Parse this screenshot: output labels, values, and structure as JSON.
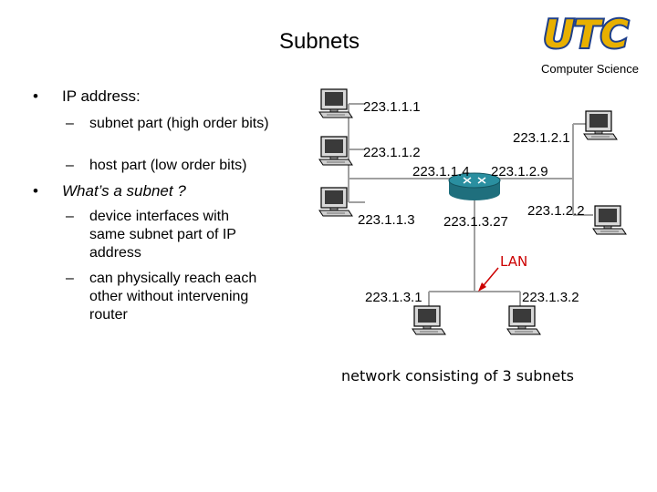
{
  "title": "Subnets",
  "logo_text": "UTC",
  "department": "Computer Science",
  "bullets": {
    "b1": "IP address:",
    "b1_sub1": "subnet part (high order bits)",
    "b1_sub2": "host part (low order bits)",
    "b2": "What’s a subnet ?",
    "b2_sub1": "device interfaces with same subnet part of IP address",
    "b2_sub2": "can physically reach each other without intervening router"
  },
  "diagram": {
    "ip_223_1_1_1": "223.1.1.1",
    "ip_223_1_1_2": "223.1.1.2",
    "ip_223_1_1_4": "223.1.1.4",
    "ip_223_1_1_3": "223.1.1.3",
    "ip_223_1_2_1": "223.1.2.1",
    "ip_223_1_2_9": "223.1.2.9",
    "ip_223_1_2_2": "223.1.2.2",
    "ip_223_1_3_27": "223.1.3.27",
    "ip_223_1_3_1": "223.1.3.1",
    "ip_223_1_3_2": "223.1.3.2",
    "lan_label": "LAN",
    "caption": "network consisting of 3 subnets"
  },
  "colors": {
    "link": "#a0a0a0",
    "router_fill": "#2a8fa0",
    "lan_arrow": "#cc0000",
    "logo_gold": "#e8b000",
    "logo_blue": "#1e3f8a"
  }
}
